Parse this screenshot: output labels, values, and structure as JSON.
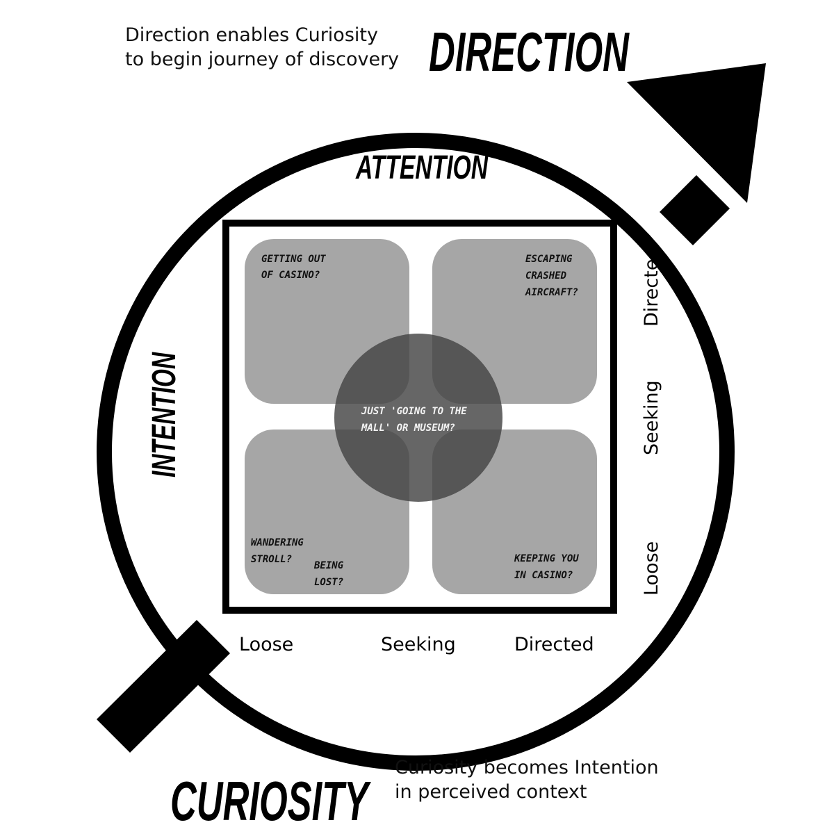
{
  "captions": {
    "direction": [
      "Direction enables Curiosity",
      "to begin journey of discovery"
    ],
    "curiosity": [
      "Curiosity becomes Intention",
      "in perceived context"
    ]
  },
  "labels": {
    "direction": "DIRECTION",
    "curiosity": "CURIOSITY",
    "attention": "ATTENTION",
    "intention": "INTENTION"
  },
  "axes": {
    "horizontal": [
      "Loose",
      "Seeking",
      "Directed"
    ],
    "vertical": [
      "Directed",
      "Seeking",
      "Loose"
    ]
  },
  "quadrants": {
    "top_left": [
      "GETTING OUT",
      "OF CASINO?"
    ],
    "top_right": [
      "ESCAPING",
      "CRASHED",
      "AIRCRAFT?"
    ],
    "bottom_left_a": [
      "WANDERING",
      "STROLL?"
    ],
    "bottom_left_b": [
      "BEING",
      "LOST?"
    ],
    "bottom_right": [
      "KEEPING YOU",
      "IN CASINO?"
    ],
    "center": [
      "JUST 'GOING TO THE",
      "MALL' OR MUSEUM?"
    ]
  },
  "colors": {
    "ink": "#000000",
    "quadrant_fill": "#a6a6a6",
    "center_fill": "#444444",
    "background": "#ffffff"
  }
}
